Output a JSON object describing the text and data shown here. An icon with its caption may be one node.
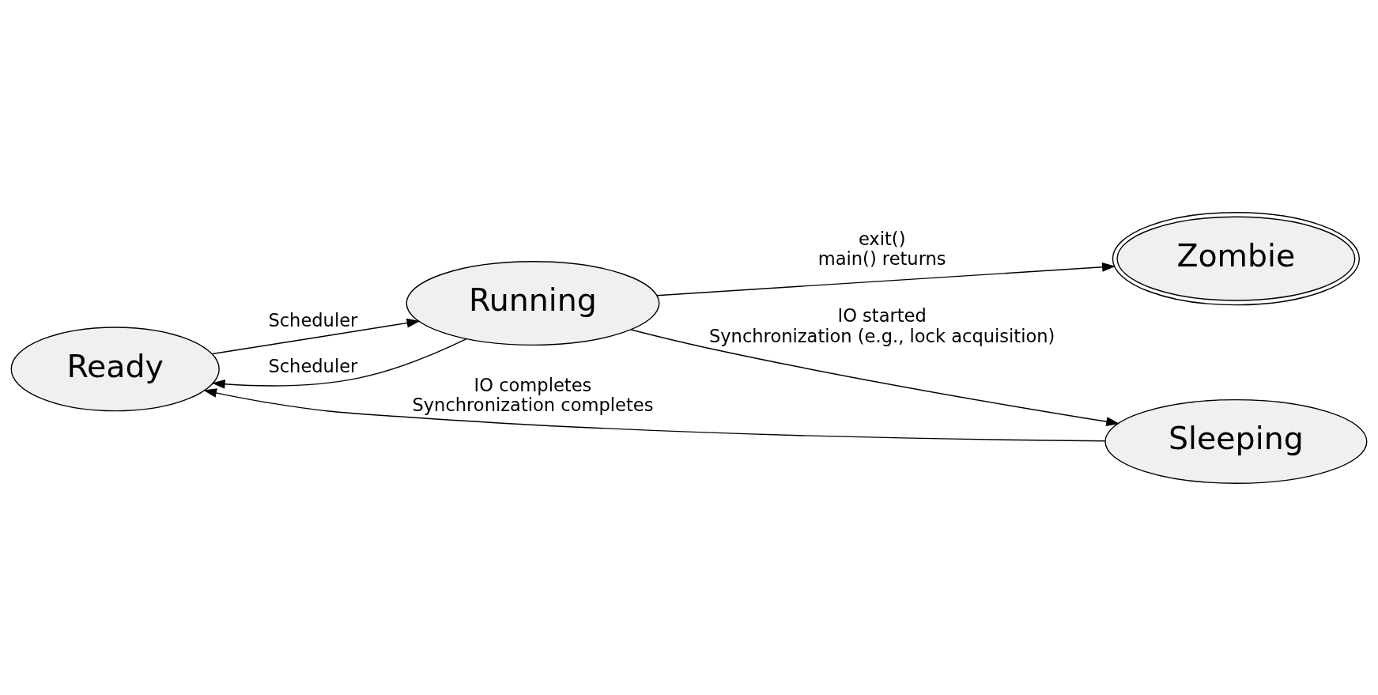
{
  "diagram": {
    "nodes": [
      {
        "text": [
          "Ready"
        ]
      },
      {
        "text": [
          "Running"
        ]
      },
      {
        "text": [
          "Zombie"
        ]
      },
      {
        "text": [
          "Sleeping"
        ]
      }
    ],
    "edges": [
      {
        "from": 0,
        "to": 1,
        "arrow": "to",
        "label": [
          "Scheduler"
        ]
      },
      {
        "from": 1,
        "to": 0,
        "arrow": "to",
        "label": [
          "Scheduler"
        ]
      },
      {
        "from": 1,
        "to": 2,
        "arrow": "to",
        "label": [
          "exit()",
          "main() returns"
        ]
      },
      {
        "from": 1,
        "to": 3,
        "arrow": "to",
        "label": [
          "IO started",
          "Synchronization (e.g., lock acquisition)"
        ]
      },
      {
        "from": 3,
        "to": 0,
        "arrow": "to",
        "label": [
          "IO completes",
          "Synchronization completes"
        ]
      }
    ]
  }
}
